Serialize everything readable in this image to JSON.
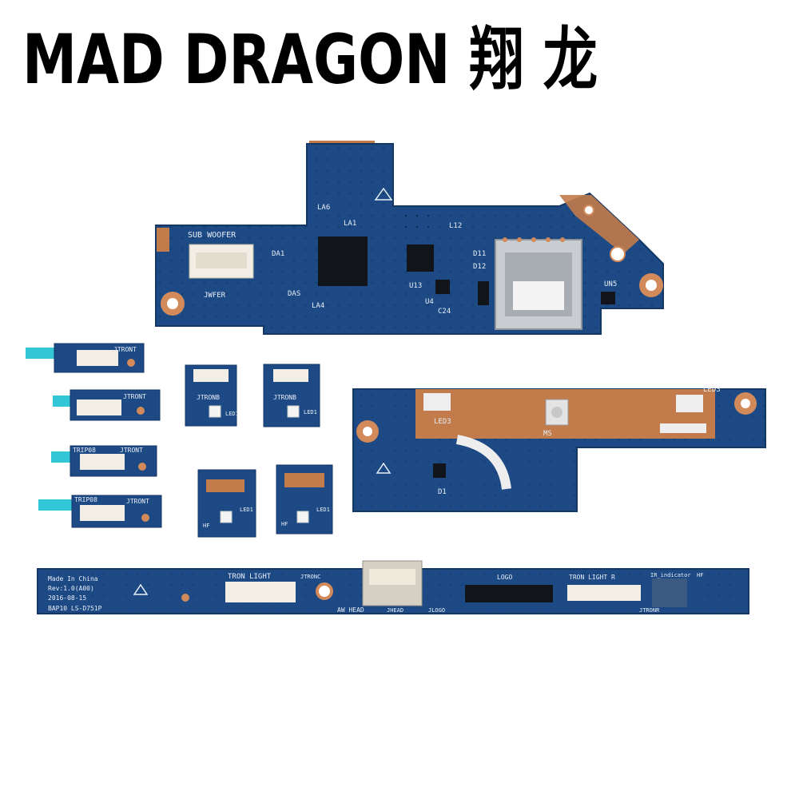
{
  "brand": {
    "wordmark": "MAD DRAGON 翔 龙"
  },
  "colors": {
    "pcb": "#1d4a85",
    "pcb_dark": "#173d6f",
    "copper": "#c27b4a",
    "pad": "#d28a5a",
    "connector": "#f2eee6",
    "chip": "#111418",
    "silkscreen": "#e8eef6",
    "cyan_tape": "#33c6d6"
  },
  "silkscreen": {
    "io_board": {
      "sub_woofer": "SUB WOOFER",
      "jwfer": "JWFER",
      "das": "DAS",
      "da1": "DA1",
      "la4": "LA4",
      "la6": "LA6",
      "la1": "LA1",
      "u4": "U4",
      "un5": "UN5",
      "d11": "D11",
      "d12": "D12",
      "l12": "L12",
      "u13": "U13",
      "c24": "C24"
    },
    "small_boards": {
      "jtront": "JTRONT",
      "jtronb": "JTRONB",
      "led1": "LED1",
      "hf": "HF",
      "trip08": "TRIP08"
    },
    "button_board": {
      "led3": "LED3",
      "d1": "D1",
      "ms": "MS"
    },
    "long_board": {
      "made_in": "Made In China",
      "rev": "Rev:1.0(A00)",
      "date": "2016-08-15",
      "model": "BAP10 LS-D751P",
      "tron_light": "TRON LIGHT",
      "jtronc": "JTRONC",
      "aw_head": "AW HEAD",
      "jhead": "JHEAD",
      "jlogo": "JLOGO",
      "logo": "LOGO",
      "tron_light_r": "TRON LIGHT R",
      "ir_indicator": "IR_indicator",
      "jtronr": "JTRONR",
      "hf": "HF"
    }
  }
}
